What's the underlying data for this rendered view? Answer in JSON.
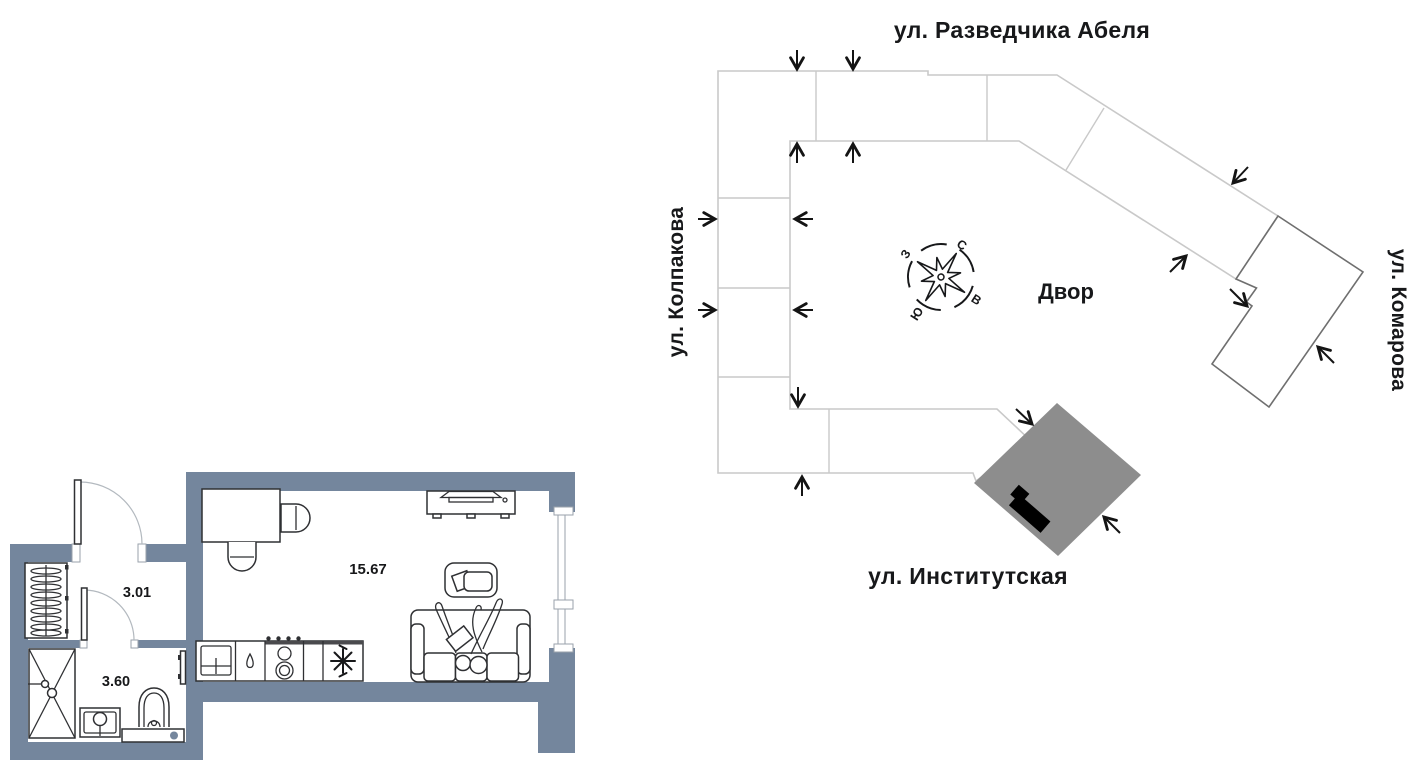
{
  "floor_plan": {
    "wall_color": "#74869D",
    "rooms": [
      {
        "id": "hallway",
        "area_label": "3.01"
      },
      {
        "id": "bathroom",
        "area_label": "3.60"
      },
      {
        "id": "living_room",
        "area_label": "15.67"
      }
    ]
  },
  "site_plan": {
    "streets": {
      "top": "ул. Разведчика Абеля",
      "left": "ул. Колпакова",
      "right": "ул. Комарова",
      "bottom": "ул. Институтская"
    },
    "courtyard_label": "Двор",
    "compass": {
      "north": "С",
      "south": "Ю",
      "west": "З",
      "east": "В"
    },
    "building_fill": "#8D8D8D",
    "unit_marker_color": "#000000",
    "outline_color": "#C9C9C9"
  }
}
